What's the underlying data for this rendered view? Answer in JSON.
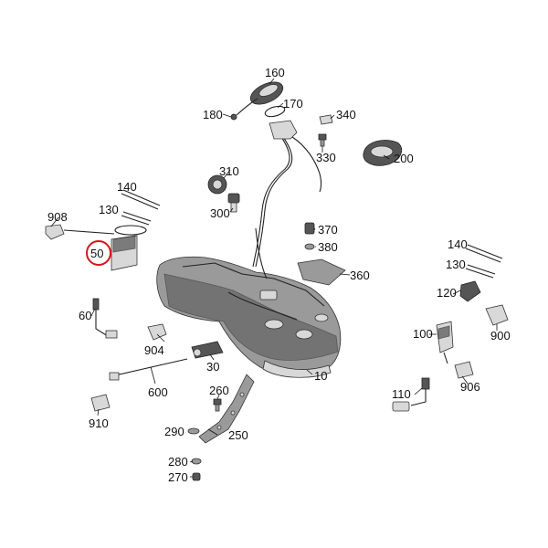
{
  "diagram": {
    "highlight_color": "#d9141b",
    "highlighted_part": "50",
    "labels": {
      "p160": "160",
      "p170": "170",
      "p180": "180",
      "p340": "340",
      "p330": "330",
      "p200": "200",
      "p310": "310",
      "p300": "300",
      "p370": "370",
      "p380": "380",
      "p360": "360",
      "p140a": "140",
      "p130a": "130",
      "p908": "908",
      "p50": "50",
      "p60": "60",
      "p904": "904",
      "p30": "30",
      "p10": "10",
      "p600": "600",
      "p910": "910",
      "p260": "260",
      "p290": "290",
      "p250": "250",
      "p280": "280",
      "p270": "270",
      "p140b": "140",
      "p130b": "130",
      "p120": "120",
      "p900": "900",
      "p100": "100",
      "p906": "906",
      "p110": "110"
    }
  }
}
